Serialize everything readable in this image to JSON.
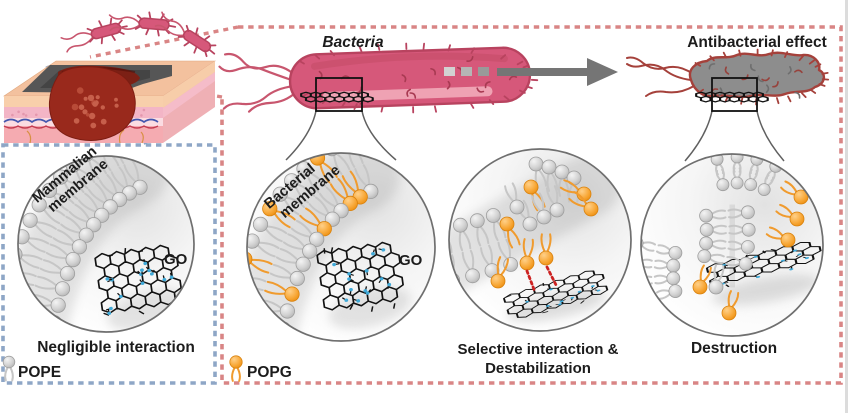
{
  "figure": {
    "bacteria_label": "Bacteria",
    "effect_label": "Antibacterial effect",
    "left": {
      "membrane_label": [
        "Mammalian",
        "membrane"
      ],
      "go_label": "GO",
      "caption": "Negligible interaction",
      "legend_label": "POPE"
    },
    "right": {
      "membrane_label": [
        "Bacterial",
        "membrane"
      ],
      "go_label": "GO",
      "caption_selective": [
        "Selective interaction &",
        "Destabilization"
      ],
      "caption_destruction": "Destruction",
      "legend_label": "POPG"
    }
  },
  "colors": {
    "pope_head_light": "#f1f1f1",
    "pope_head_dark": "#b9b9b9",
    "pope_tail": "#c6c6c6",
    "popg_head_light": "#ffc96e",
    "popg_head_dark": "#f29111",
    "popg_tail": "#f09b2e",
    "go_black": "#121212",
    "go_oxide_blue": "#3fa9d8",
    "bacteria_body": "#d6587a",
    "bacteria_outline": "#b8435f",
    "bacteria_highlight": "#f0a6b6",
    "dead_body": "#8d8d8d",
    "dead_outline": "#a5413b",
    "left_box_dash": "#8ea6c6",
    "right_box_dash": "#d98585",
    "arrow_gray": "#757575",
    "attraction_red": "#cc2222",
    "text": "#1c1c1c"
  }
}
